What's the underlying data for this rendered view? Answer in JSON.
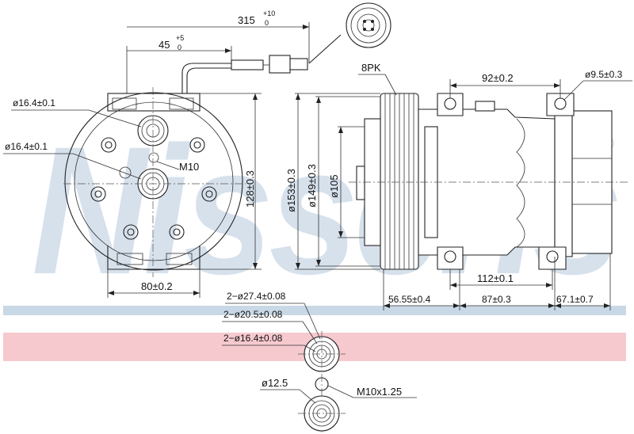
{
  "brand": {
    "watermark": "Nissens",
    "registered": "®",
    "watermark_color": "#c9d8e6",
    "band_color": "#f6c9cf"
  },
  "dims": {
    "cable_315": "315",
    "cable_315_tol_up": "+10",
    "cable_315_tol_lo": "0",
    "cable_45": "45",
    "cable_45_tol_up": "+5",
    "cable_45_tol_lo": "0",
    "port_16_4_upper": "ø16.4±0.1",
    "port_16_4_lower": "ø16.4±0.1",
    "thread_m10": "M10",
    "height_128": "128±0.3",
    "width_80": "80±0.2",
    "belt": "8PK",
    "mount_92": "92±0.2",
    "hole_9_5": "ø9.5±0.3",
    "dia_153": "ø153±0.3",
    "dia_149": "ø149±0.3",
    "dia_105": "ø105",
    "len_112": "112±0.1",
    "len_56_55": "56.55±0.4",
    "len_87": "87±0.3",
    "len_67_1": "67.1±0.7"
  },
  "detail": {
    "d27_4": "2−ø27.4±0.08",
    "d20_5": "2−ø20.5±0.08",
    "d16_4": "2−ø16.4±0.08",
    "d12_5": "ø12.5",
    "m10x125": "M10x1.25"
  }
}
